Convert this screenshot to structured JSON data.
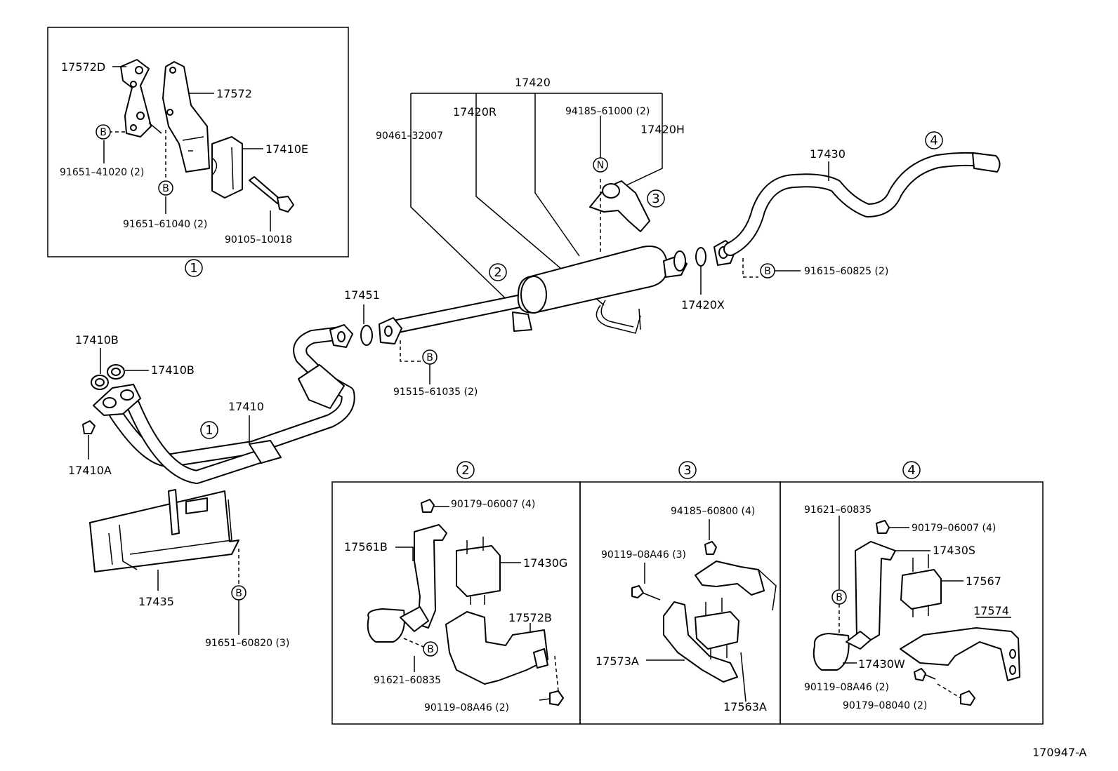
{
  "diagram_id": "170947-A",
  "view_markers": [
    "1",
    "2",
    "3",
    "4"
  ],
  "bolt_marker": "B",
  "nut_marker": "N",
  "main": {
    "p17420": "17420",
    "p17420R": "17420R",
    "p90461": "90461–32007",
    "p94185a": "94185–61000 (2)",
    "p17420H": "17420H",
    "p17430": "17430",
    "p91615": "91615–60825 (2)",
    "p17420X": "17420X",
    "p17451": "17451",
    "p91515": "91515–61035 (2)",
    "p17410B1": "17410B",
    "p17410B2": "17410B",
    "p17410": "17410",
    "p17410A": "17410A",
    "p17435": "17435",
    "p91651c": "91651–60820 (3)"
  },
  "detail1": {
    "p17572D": "17572D",
    "p17572": "17572",
    "p17410E": "17410E",
    "p91651a": "91651–41020 (2)",
    "p91651b": "91651–61040 (2)",
    "p90105": "90105–10018"
  },
  "detail2": {
    "p90179a": "90179–06007 (4)",
    "p17561B": "17561B",
    "p17430G": "17430G",
    "p17572B": "17572B",
    "p91621a": "91621–60835",
    "p90119a": "90119–08A46 (2)"
  },
  "detail3": {
    "p94185b": "94185–60800 (4)",
    "p90119b": "90119–08A46 (3)",
    "p17573A": "17573A",
    "p17563A": "17563A"
  },
  "detail4": {
    "p91621b": "91621–60835",
    "p90179b": "90179–06007 (4)",
    "p17430S": "17430S",
    "p17567": "17567",
    "p17574": "17574",
    "p17430W": "17430W",
    "p90119c": "90119–08A46 (2)",
    "p90179c": "90179–08040 (2)"
  }
}
